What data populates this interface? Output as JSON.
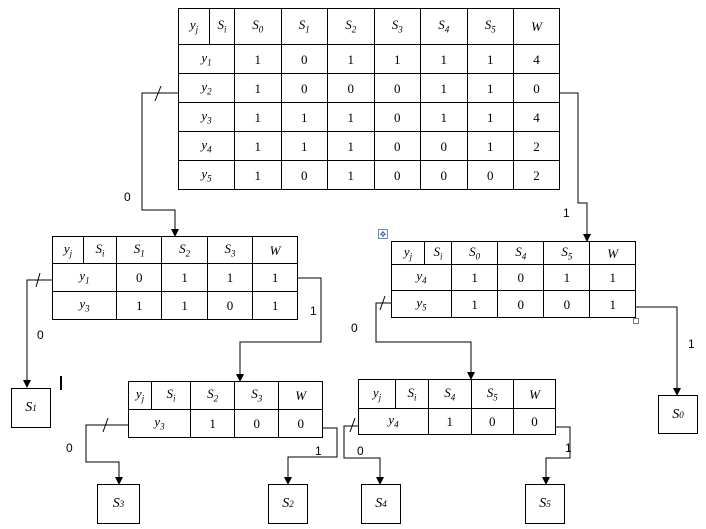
{
  "root_table": {
    "header": [
      "y_j",
      "S_i",
      "S_0",
      "S_1",
      "S_2",
      "S_3",
      "S_4",
      "S_5",
      "W"
    ],
    "rows": [
      {
        "y": "y_1",
        "vals": [
          "1",
          "0",
          "1",
          "1",
          "1",
          "1",
          "4"
        ]
      },
      {
        "y": "y_2",
        "vals": [
          "1",
          "0",
          "0",
          "0",
          "1",
          "1",
          "0"
        ]
      },
      {
        "y": "y_3",
        "vals": [
          "1",
          "1",
          "1",
          "0",
          "1",
          "1",
          "4"
        ]
      },
      {
        "y": "y_4",
        "vals": [
          "1",
          "1",
          "1",
          "0",
          "0",
          "1",
          "2"
        ]
      },
      {
        "y": "y_5",
        "vals": [
          "1",
          "0",
          "1",
          "0",
          "0",
          "0",
          "2"
        ]
      }
    ]
  },
  "left_table": {
    "header": [
      "y_j",
      "S_i",
      "S_1",
      "S_2",
      "S_3",
      "W"
    ],
    "rows": [
      {
        "y": "y_1",
        "vals": [
          "0",
          "1",
          "1",
          "1"
        ]
      },
      {
        "y": "y_3",
        "vals": [
          "1",
          "1",
          "0",
          "1"
        ]
      }
    ]
  },
  "right_table": {
    "header": [
      "y_j",
      "S_i",
      "S_0",
      "S_4",
      "S_5",
      "W"
    ],
    "rows": [
      {
        "y": "y_4",
        "vals": [
          "1",
          "0",
          "1",
          "1"
        ]
      },
      {
        "y": "y_5",
        "vals": [
          "1",
          "0",
          "0",
          "1"
        ]
      }
    ]
  },
  "left_sub_table": {
    "header": [
      "y_j",
      "S_i",
      "S_2",
      "S_3",
      "W"
    ],
    "rows": [
      {
        "y": "y_3",
        "vals": [
          "1",
          "0",
          "0"
        ]
      }
    ]
  },
  "right_sub_table": {
    "header": [
      "y_j",
      "S_i",
      "S_4",
      "S_5",
      "W"
    ],
    "rows": [
      {
        "y": "y_4",
        "vals": [
          "1",
          "0",
          "0"
        ]
      }
    ]
  },
  "leaves": {
    "s1": "S_1",
    "s0": "S_0",
    "s3": "S_3",
    "s2": "S_2",
    "s4": "S_4",
    "s5": "S_5"
  },
  "edge_labels": {
    "root_left": "0",
    "root_right": "1",
    "left_left": "0",
    "left_right": "1",
    "right_left": "0",
    "right_right": "1",
    "lsub_left": "0",
    "lsub_right": "1",
    "rsub_left": "0",
    "rsub_right": "1"
  },
  "icons": {
    "move_anchor": "move-anchor-icon",
    "resize_handle": "resize-handle-icon"
  }
}
